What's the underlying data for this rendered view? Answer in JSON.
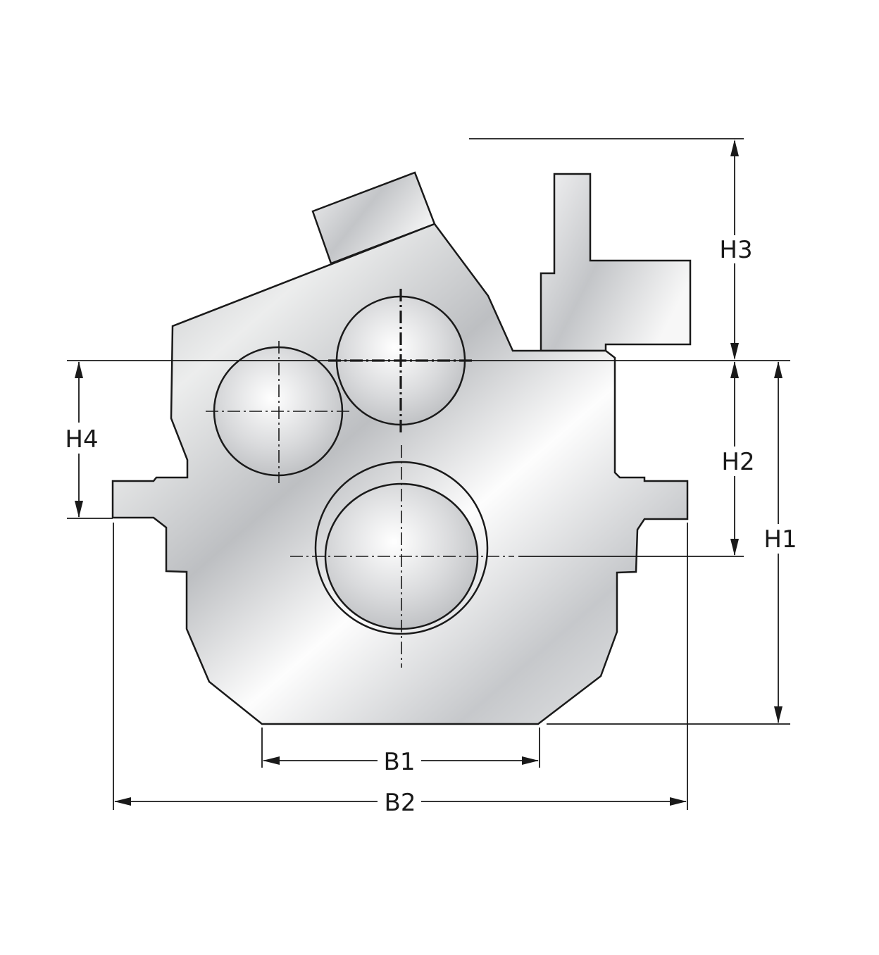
{
  "labels": {
    "h1": "H1",
    "h2": "H2",
    "h3": "H3",
    "h4": "H4",
    "b1": "B1",
    "b2": "B2"
  },
  "colors": {
    "line": "#1a1a1a",
    "metal_light": "#ffffff",
    "metal_dark": "#bfc1c4",
    "background": "#ffffff"
  }
}
